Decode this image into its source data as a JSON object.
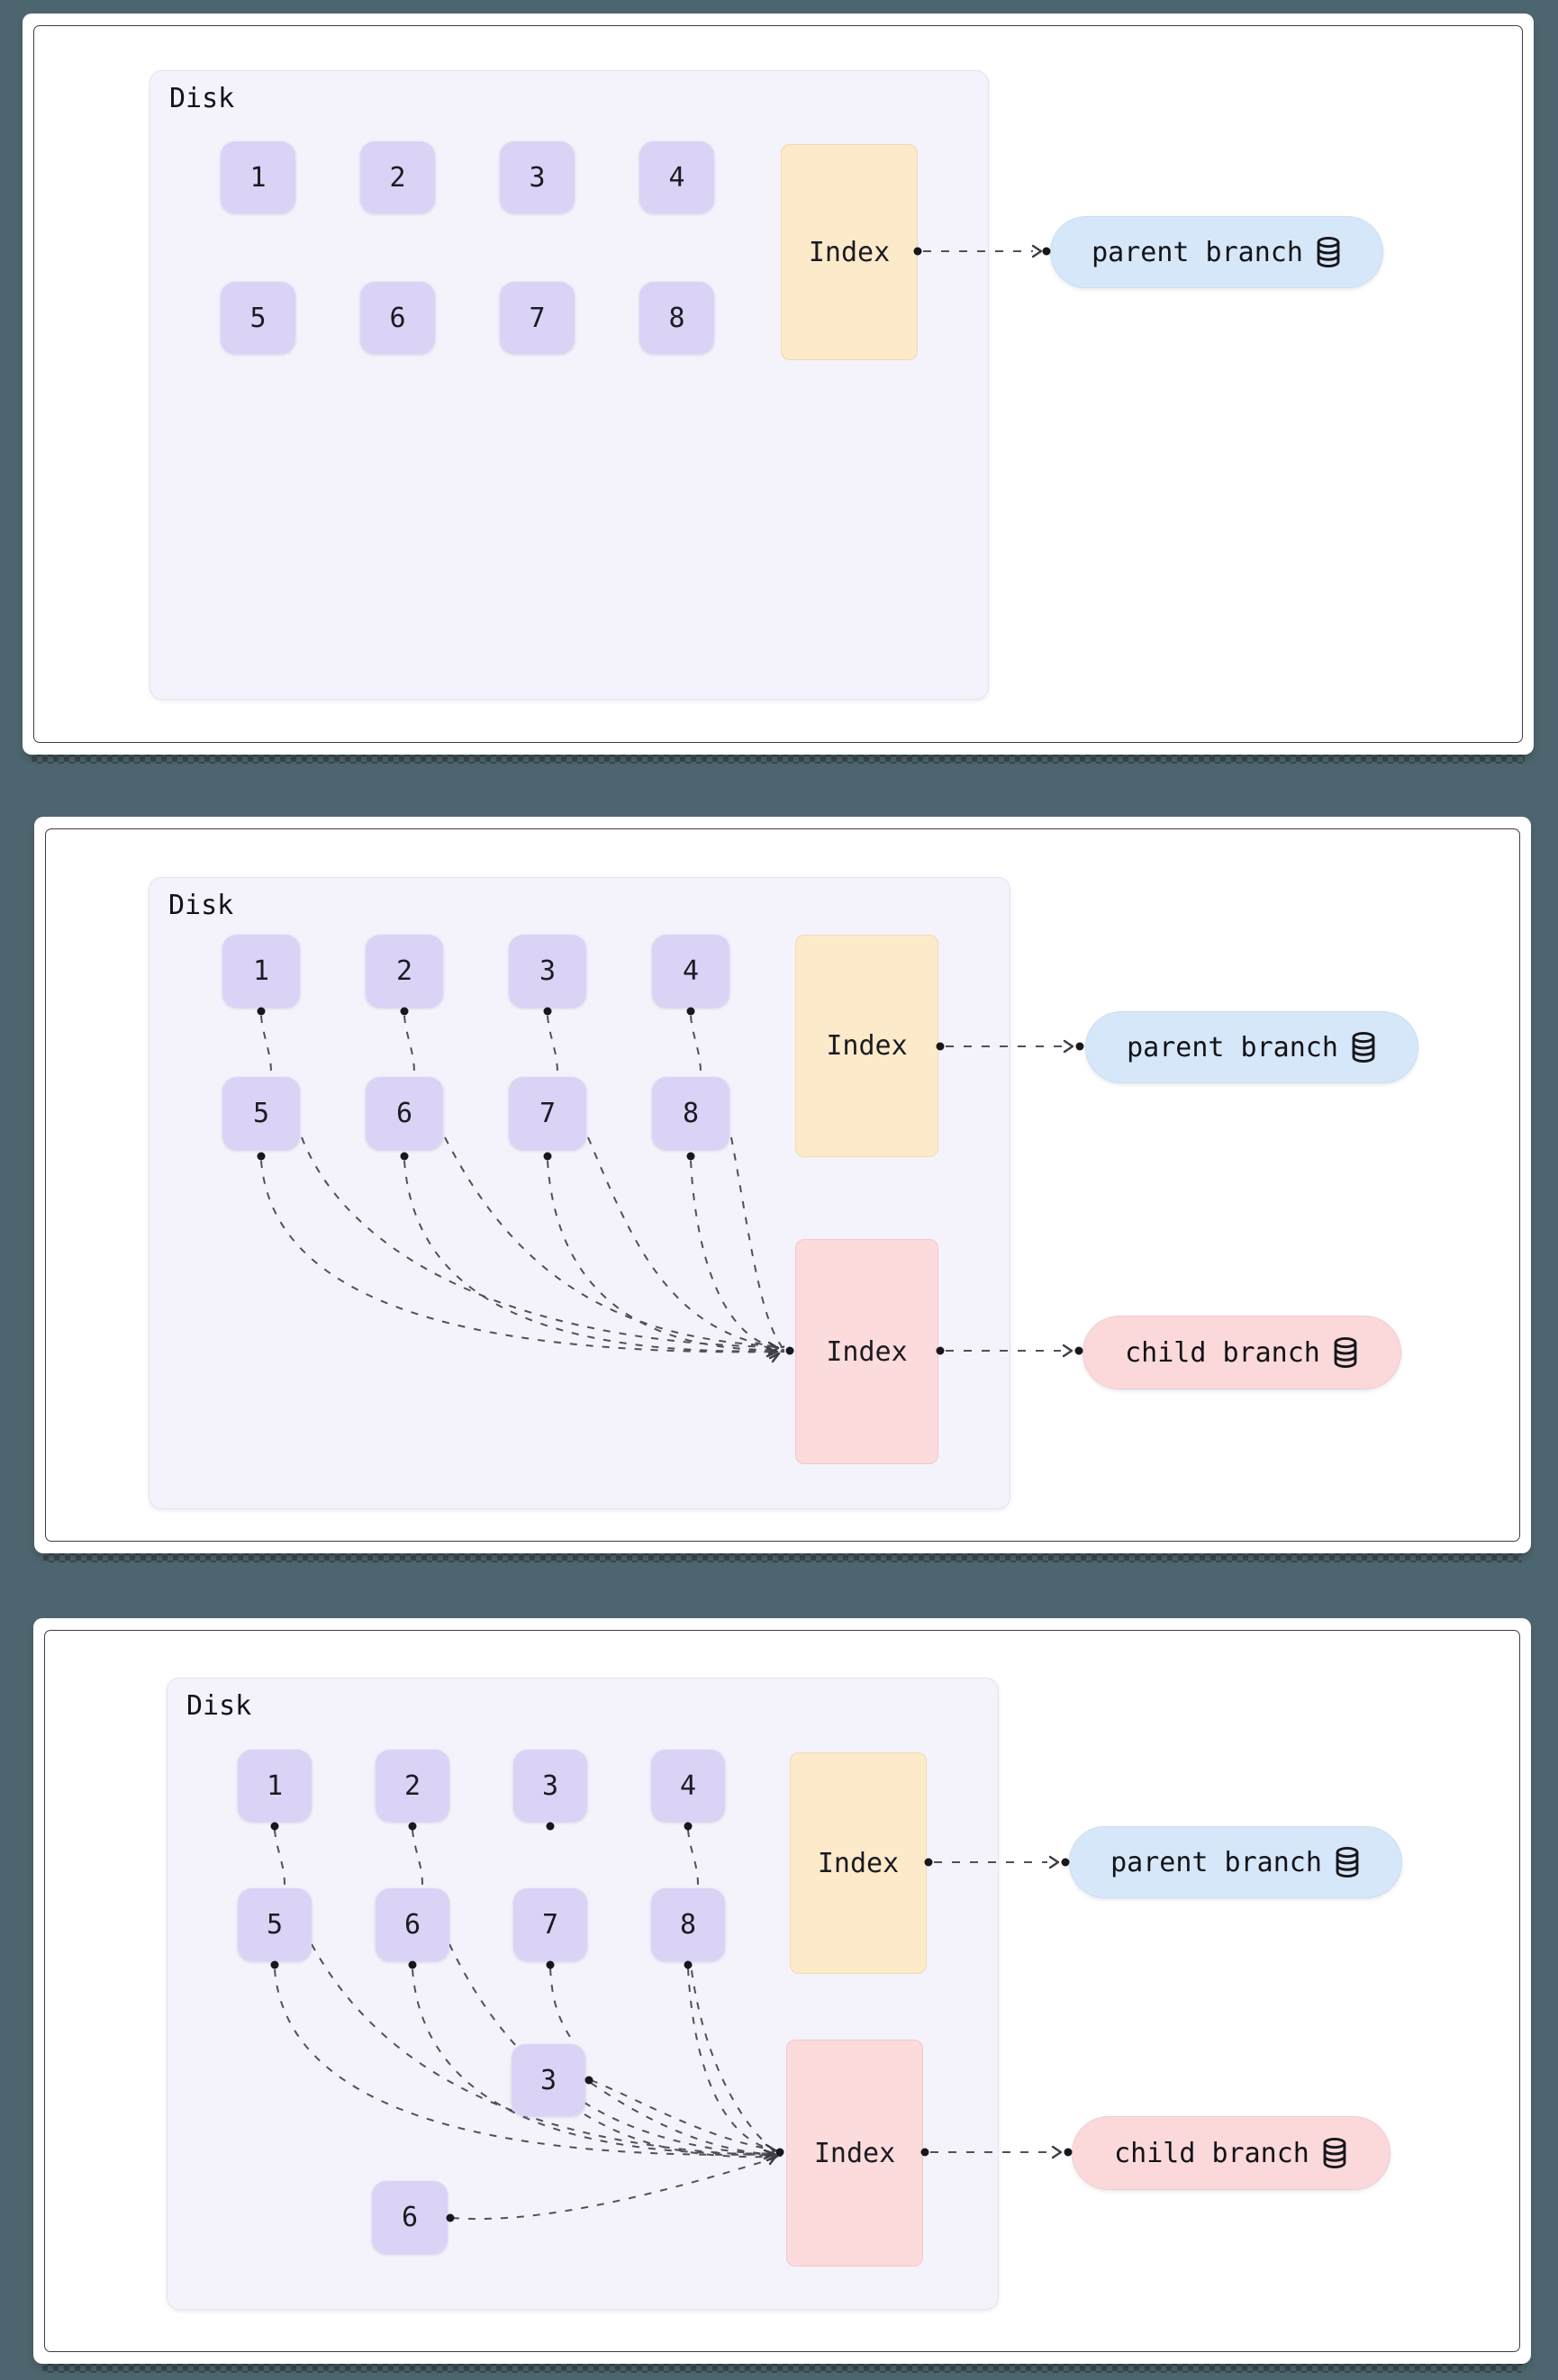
{
  "background_color": "#4D656E",
  "colors": {
    "card_bg": "#ffffff",
    "card_border": "#3E3E46",
    "disk_bg": "#F4F2FB",
    "disk_border": "#E5E2F0",
    "block_bg": "#DBD3F6",
    "parent_index_bg": "#FCEACA",
    "child_index_bg": "#FBDBDB",
    "parent_branch_bg": "#D7E7FA",
    "child_branch_bg": "#FBD9DA",
    "connector": "#50505C",
    "text": "#17171c"
  },
  "panels": [
    {
      "disk_label": "Disk",
      "blocks_row1": [
        "1",
        "2",
        "3",
        "4"
      ],
      "blocks_row2": [
        "5",
        "6",
        "7",
        "8"
      ],
      "parent_index_label": "Index",
      "parent_branch": {
        "label": "parent branch",
        "icon": "database-icon"
      },
      "connections": [
        "parent index → parent branch"
      ]
    },
    {
      "disk_label": "Disk",
      "blocks_row1": [
        "1",
        "2",
        "3",
        "4"
      ],
      "blocks_row2": [
        "5",
        "6",
        "7",
        "8"
      ],
      "parent_index_label": "Index",
      "child_index_label": "Index",
      "parent_branch": {
        "label": "parent branch",
        "icon": "database-icon"
      },
      "child_branch": {
        "label": "child branch",
        "icon": "database-icon"
      },
      "connections": [
        "parent index → parent branch",
        "child index → child branch",
        "1 → 5",
        "2 → 6",
        "3 → 7",
        "4 → 8",
        "1..8 → child index"
      ]
    },
    {
      "disk_label": "Disk",
      "blocks_row1": [
        "1",
        "2",
        "3",
        "4"
      ],
      "blocks_row2": [
        "5",
        "6",
        "7",
        "8"
      ],
      "extra_blocks": [
        {
          "label": "3"
        },
        {
          "label": "6"
        }
      ],
      "parent_index_label": "Index",
      "child_index_label": "Index",
      "parent_branch": {
        "label": "parent branch",
        "icon": "database-icon"
      },
      "child_branch": {
        "label": "child branch",
        "icon": "database-icon"
      },
      "connections": [
        "parent index → parent branch",
        "child index → child branch",
        "1 → 5",
        "2 → 6",
        "4 → 8",
        "7 → new 3",
        "5,6,8 → child index",
        "new 3 → child index",
        "new 6 → child index"
      ]
    }
  ]
}
